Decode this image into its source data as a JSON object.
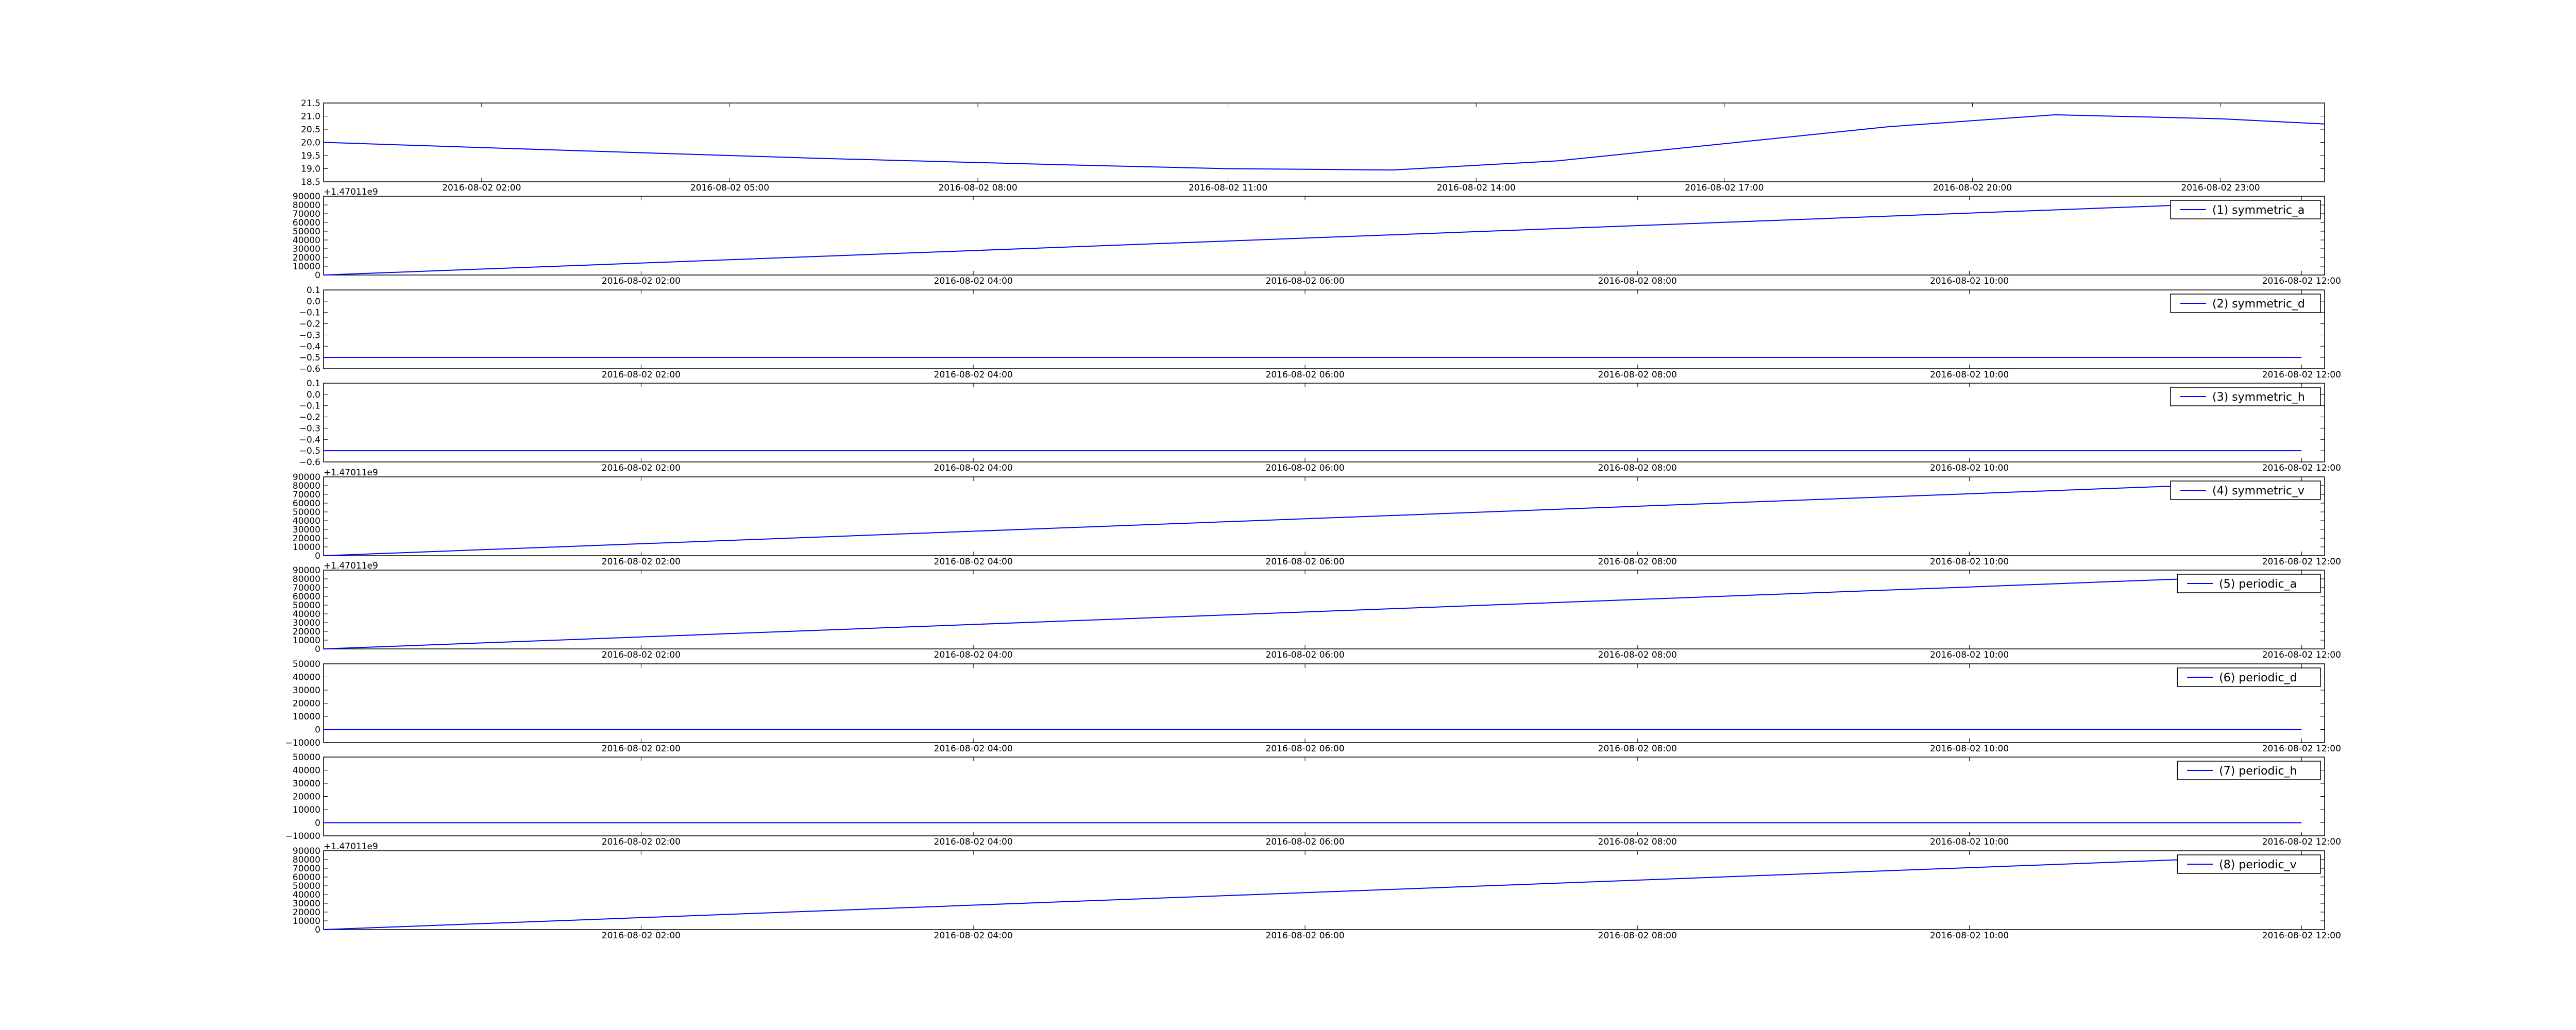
{
  "figure": {
    "background": "#ffffff",
    "line_color": "#0000ff"
  },
  "chart_data": [
    {
      "type": "line",
      "legend": null,
      "y_offset_label": "",
      "ylim": [
        18.5,
        21.5
      ],
      "yticks": [
        18.5,
        19.0,
        19.5,
        20.0,
        20.5,
        21.0,
        21.5
      ],
      "ytick_labels": [
        "18.5",
        "19.0",
        "19.5",
        "20.0",
        "20.5",
        "21.0",
        "21.5"
      ],
      "xtick_labels": [
        "2016-08-02 02:00",
        "2016-08-02 05:00",
        "2016-08-02 08:00",
        "2016-08-02 11:00",
        "2016-08-02 14:00",
        "2016-08-02 17:00",
        "2016-08-02 20:00",
        "2016-08-02 23:00"
      ],
      "xtick_frac": [
        0.079,
        0.203,
        0.327,
        0.452,
        0.576,
        0.7,
        0.824,
        0.948
      ],
      "series": [
        {
          "x": [
            "2016-08-02 00:06",
            "2016-08-02 03:00",
            "2016-08-02 06:00",
            "2016-08-02 09:00",
            "2016-08-02 11:00",
            "2016-08-02 13:00",
            "2016-08-02 15:00",
            "2016-08-02 17:00",
            "2016-08-02 19:00",
            "2016-08-02 21:00",
            "2016-08-02 23:00",
            "2016-08-03 00:16"
          ],
          "y": [
            20.0,
            19.7,
            19.4,
            19.15,
            19.0,
            18.95,
            19.3,
            19.95,
            20.6,
            21.05,
            20.9,
            20.7
          ]
        }
      ]
    },
    {
      "type": "line",
      "legend": "(1) symmetric_a",
      "y_offset_label": "+1.47011e9",
      "ylim": [
        0,
        90000
      ],
      "yticks": [
        0,
        10000,
        20000,
        30000,
        40000,
        50000,
        60000,
        70000,
        80000,
        90000
      ],
      "ytick_labels": [
        "0",
        "10000",
        "20000",
        "30000",
        "40000",
        "50000",
        "60000",
        "70000",
        "80000",
        "90000"
      ],
      "xtick_labels": [
        "2016-08-02 02:00",
        "2016-08-02 04:00",
        "2016-08-02 06:00",
        "2016-08-02 08:00",
        "2016-08-02 10:00",
        "2016-08-02 12:00"
      ],
      "xtick_frac": [
        0.1587,
        0.3247,
        0.4905,
        0.6566,
        0.8225,
        0.9885
      ],
      "series": [
        {
          "x": [
            "2016-08-02 00:05",
            "2016-08-02 12:00"
          ],
          "y": [
            0,
            85000
          ]
        }
      ]
    },
    {
      "type": "line",
      "legend": "(2) symmetric_d",
      "y_offset_label": "",
      "ylim": [
        -0.6,
        0.1
      ],
      "yticks": [
        -0.6,
        -0.5,
        -0.4,
        -0.3,
        -0.2,
        -0.1,
        0.0,
        0.1
      ],
      "ytick_labels": [
        "−0.6",
        "−0.5",
        "−0.4",
        "−0.3",
        "−0.2",
        "−0.1",
        "0.0",
        "0.1"
      ],
      "xtick_labels": [
        "2016-08-02 02:00",
        "2016-08-02 04:00",
        "2016-08-02 06:00",
        "2016-08-02 08:00",
        "2016-08-02 10:00",
        "2016-08-02 12:00"
      ],
      "xtick_frac": [
        0.1587,
        0.3247,
        0.4905,
        0.6566,
        0.8225,
        0.9885
      ],
      "series": [
        {
          "x": [
            "2016-08-02 00:05",
            "2016-08-02 12:00"
          ],
          "y": [
            -0.5,
            -0.5
          ]
        }
      ]
    },
    {
      "type": "line",
      "legend": "(3) symmetric_h",
      "y_offset_label": "",
      "ylim": [
        -0.6,
        0.1
      ],
      "yticks": [
        -0.6,
        -0.5,
        -0.4,
        -0.3,
        -0.2,
        -0.1,
        0.0,
        0.1
      ],
      "ytick_labels": [
        "−0.6",
        "−0.5",
        "−0.4",
        "−0.3",
        "−0.2",
        "−0.1",
        "0.0",
        "0.1"
      ],
      "xtick_labels": [
        "2016-08-02 02:00",
        "2016-08-02 04:00",
        "2016-08-02 06:00",
        "2016-08-02 08:00",
        "2016-08-02 10:00",
        "2016-08-02 12:00"
      ],
      "xtick_frac": [
        0.1587,
        0.3247,
        0.4905,
        0.6566,
        0.8225,
        0.9885
      ],
      "series": [
        {
          "x": [
            "2016-08-02 00:05",
            "2016-08-02 12:00"
          ],
          "y": [
            -0.5,
            -0.5
          ]
        }
      ]
    },
    {
      "type": "line",
      "legend": "(4) symmetric_v",
      "y_offset_label": "+1.47011e9",
      "ylim": [
        0,
        90000
      ],
      "yticks": [
        0,
        10000,
        20000,
        30000,
        40000,
        50000,
        60000,
        70000,
        80000,
        90000
      ],
      "ytick_labels": [
        "0",
        "10000",
        "20000",
        "30000",
        "40000",
        "50000",
        "60000",
        "70000",
        "80000",
        "90000"
      ],
      "xtick_labels": [
        "2016-08-02 02:00",
        "2016-08-02 04:00",
        "2016-08-02 06:00",
        "2016-08-02 08:00",
        "2016-08-02 10:00",
        "2016-08-02 12:00"
      ],
      "xtick_frac": [
        0.1587,
        0.3247,
        0.4905,
        0.6566,
        0.8225,
        0.9885
      ],
      "series": [
        {
          "x": [
            "2016-08-02 00:05",
            "2016-08-02 12:00"
          ],
          "y": [
            0,
            85000
          ]
        }
      ]
    },
    {
      "type": "line",
      "legend": "(5) periodic_a",
      "y_offset_label": "+1.47011e9",
      "ylim": [
        0,
        90000
      ],
      "yticks": [
        0,
        10000,
        20000,
        30000,
        40000,
        50000,
        60000,
        70000,
        80000,
        90000
      ],
      "ytick_labels": [
        "0",
        "10000",
        "20000",
        "30000",
        "40000",
        "50000",
        "60000",
        "70000",
        "80000",
        "90000"
      ],
      "xtick_labels": [
        "2016-08-02 02:00",
        "2016-08-02 04:00",
        "2016-08-02 06:00",
        "2016-08-02 08:00",
        "2016-08-02 10:00",
        "2016-08-02 12:00"
      ],
      "xtick_frac": [
        0.1587,
        0.3247,
        0.4905,
        0.6566,
        0.8225,
        0.9885
      ],
      "series": [
        {
          "x": [
            "2016-08-02 00:05",
            "2016-08-02 12:00"
          ],
          "y": [
            0,
            85000
          ]
        }
      ]
    },
    {
      "type": "line",
      "legend": "(6) periodic_d",
      "y_offset_label": "",
      "ylim": [
        -10000,
        50000
      ],
      "yticks": [
        -10000,
        0,
        10000,
        20000,
        30000,
        40000,
        50000
      ],
      "ytick_labels": [
        "−10000",
        "0",
        "10000",
        "20000",
        "30000",
        "40000",
        "50000"
      ],
      "xtick_labels": [
        "2016-08-02 02:00",
        "2016-08-02 04:00",
        "2016-08-02 06:00",
        "2016-08-02 08:00",
        "2016-08-02 10:00",
        "2016-08-02 12:00"
      ],
      "xtick_frac": [
        0.1587,
        0.3247,
        0.4905,
        0.6566,
        0.8225,
        0.9885
      ],
      "series": [
        {
          "x": [
            "2016-08-02 00:05",
            "2016-08-02 12:00"
          ],
          "y": [
            0,
            0
          ]
        }
      ]
    },
    {
      "type": "line",
      "legend": "(7) periodic_h",
      "y_offset_label": "",
      "ylim": [
        -10000,
        50000
      ],
      "yticks": [
        -10000,
        0,
        10000,
        20000,
        30000,
        40000,
        50000
      ],
      "ytick_labels": [
        "−10000",
        "0",
        "10000",
        "20000",
        "30000",
        "40000",
        "50000"
      ],
      "xtick_labels": [
        "2016-08-02 02:00",
        "2016-08-02 04:00",
        "2016-08-02 06:00",
        "2016-08-02 08:00",
        "2016-08-02 10:00",
        "2016-08-02 12:00"
      ],
      "xtick_frac": [
        0.1587,
        0.3247,
        0.4905,
        0.6566,
        0.8225,
        0.9885
      ],
      "series": [
        {
          "x": [
            "2016-08-02 00:05",
            "2016-08-02 12:00"
          ],
          "y": [
            0,
            0
          ]
        }
      ]
    },
    {
      "type": "line",
      "legend": "(8) periodic_v",
      "y_offset_label": "+1.47011e9",
      "ylim": [
        0,
        90000
      ],
      "yticks": [
        0,
        10000,
        20000,
        30000,
        40000,
        50000,
        60000,
        70000,
        80000,
        90000
      ],
      "ytick_labels": [
        "0",
        "10000",
        "20000",
        "30000",
        "40000",
        "50000",
        "60000",
        "70000",
        "80000",
        "90000"
      ],
      "xtick_labels": [
        "2016-08-02 02:00",
        "2016-08-02 04:00",
        "2016-08-02 06:00",
        "2016-08-02 08:00",
        "2016-08-02 10:00",
        "2016-08-02 12:00"
      ],
      "xtick_frac": [
        0.1587,
        0.3247,
        0.4905,
        0.6566,
        0.8225,
        0.9885
      ],
      "series": [
        {
          "x": [
            "2016-08-02 00:05",
            "2016-08-02 12:00"
          ],
          "y": [
            0,
            85000
          ]
        }
      ]
    }
  ]
}
